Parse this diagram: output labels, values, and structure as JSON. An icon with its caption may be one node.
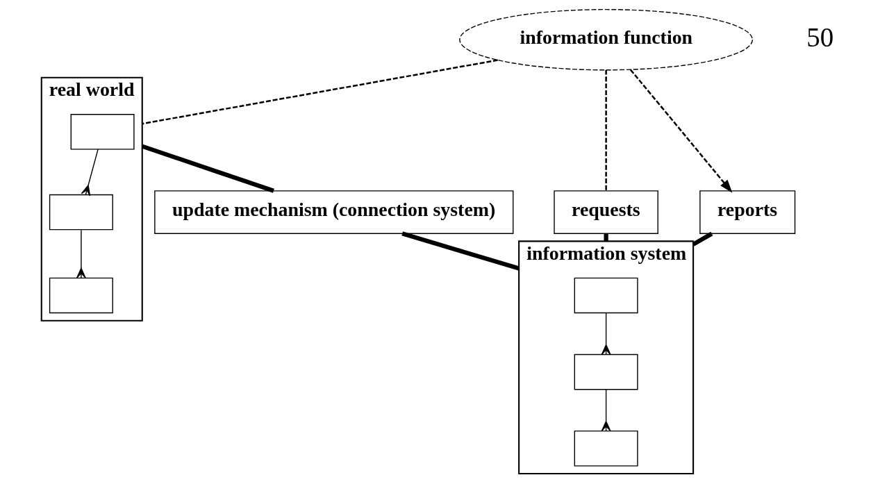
{
  "diagram": {
    "nodes": [
      {
        "text": [
          "information function"
        ]
      },
      {
        "text": [
          "real world"
        ]
      },
      {
        "text": [],
        "shape": "box",
        "in": 1
      },
      {
        "text": [],
        "shape": "box",
        "in": 1
      },
      {
        "text": [],
        "shape": "box",
        "in": 1
      },
      {
        "text": [
          "requests"
        ]
      },
      {
        "text": [
          "reports"
        ]
      },
      {
        "text": [
          "update mechanism (connection system)"
        ]
      },
      {
        "text": [
          "information system"
        ]
      },
      {
        "text": [],
        "shape": "box",
        "in": 8
      },
      {
        "text": [],
        "shape": "box",
        "in": 8
      },
      {
        "text": [],
        "shape": "box",
        "in": 8
      }
    ],
    "edges": [
      {
        "from": 0,
        "to": 1,
        "arrow": "none",
        "style": "dashed"
      },
      {
        "from": 0,
        "to": 5,
        "arrow": "none",
        "style": "dashed"
      },
      {
        "from": 0,
        "to": 6,
        "arrow": "to",
        "style": "dashed"
      },
      {
        "from": 2,
        "to": 3,
        "arrow": "other"
      },
      {
        "from": 3,
        "to": 4,
        "arrow": "other"
      },
      {
        "from": 1,
        "to": 7,
        "arrow": "none",
        "style": "thick"
      },
      {
        "from": 5,
        "to": 8,
        "arrow": "none",
        "style": "thick"
      },
      {
        "from": 7,
        "to": 8,
        "arrow": "none",
        "style": "thick"
      },
      {
        "from": 6,
        "to": 8,
        "arrow": "none",
        "style": "thick"
      },
      {
        "from": 9,
        "to": 10,
        "arrow": "other"
      },
      {
        "from": 10,
        "to": 11,
        "arrow": "other"
      }
    ],
    "labels": [
      "50"
    ]
  }
}
